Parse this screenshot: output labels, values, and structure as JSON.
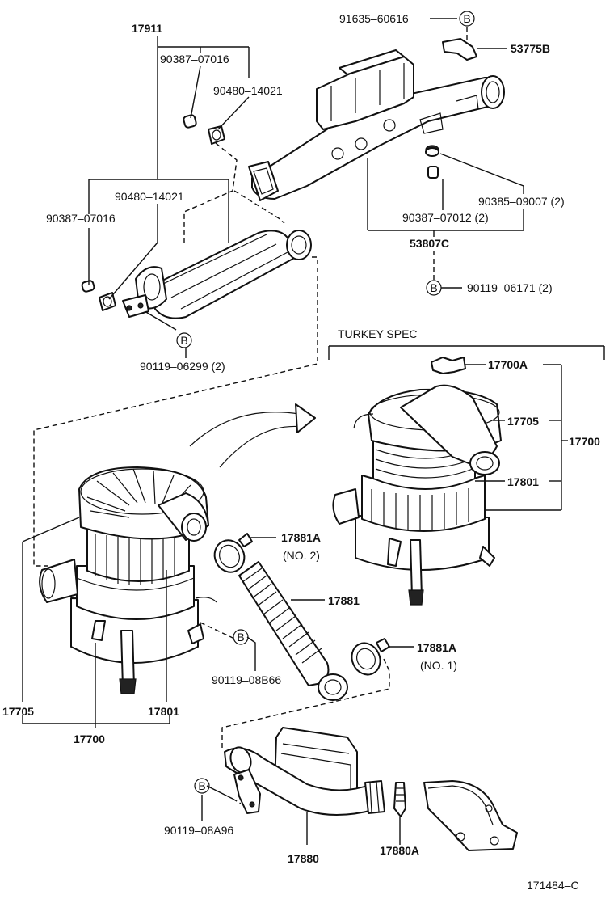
{
  "labels": {
    "p17911": "17911",
    "p90387_07016_a": "90387–07016",
    "p90480_14021_a": "90480–14021",
    "p90480_14021_b": "90480–14021",
    "p90387_07016_b": "90387–07016",
    "p90119_06299": "90119–06299 (2)",
    "p91635_60616": "91635–60616",
    "p53775b": "53775B",
    "p90385_09007": "90385–09007 (2)",
    "p90387_07012": "90387–07012 (2)",
    "p53807c": "53807C",
    "p90119_06171": "90119–06171 (2)",
    "turkey_spec": "TURKEY SPEC",
    "p17700a": "17700A",
    "p17705_r": "17705",
    "p17700_r": "17700",
    "p17801_r": "17801",
    "p17881a_top": "17881A",
    "no2": "(NO. 2)",
    "p17881": "17881",
    "p17881a_bot": "17881A",
    "no1": "(NO. 1)",
    "p90119_08b66": "90119–08B66",
    "p17705_l": "17705",
    "p17801_l": "17801",
    "p17700_l": "17700",
    "p90119_08a96": "90119–08A96",
    "p17880": "17880",
    "p17880a": "17880A",
    "figure_code": "171484–C"
  },
  "markers": {
    "b_symbol": "B"
  }
}
